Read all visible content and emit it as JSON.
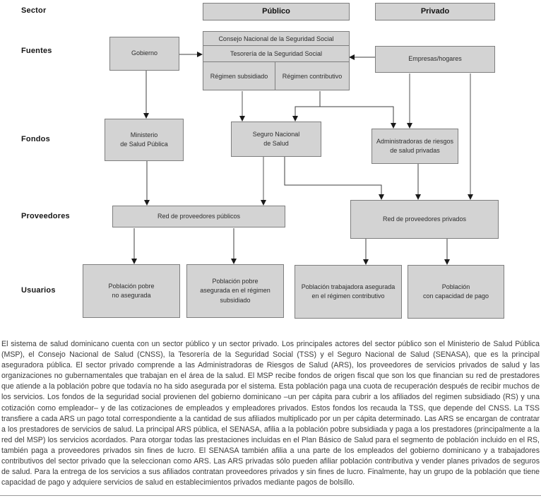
{
  "diagram": {
    "row_labels": {
      "sector": "Sector",
      "fuentes": "Fuentes",
      "fondos": "Fondos",
      "proveedores": "Proveedores",
      "usuarios": "Usuarios"
    },
    "sectors": {
      "publico": "Público",
      "privado": "Privado"
    },
    "nodes": {
      "gobierno": "Gobierno",
      "cnss": "Consejo Nacional de la Seguridad Social",
      "tss": "Tesorería de la Seguridad Social",
      "regimen_subsidiado": "Régimen subsidiado",
      "regimen_contributivo": "Régimen contributivo",
      "empresas_hogares": "Empresas/hogares",
      "ministerio": "Ministerio\nde Salud Pública",
      "seguro_nacional": "Seguro Nacional\nde Salud",
      "administradoras": "Administradoras de riesgos\nde salud privadas",
      "red_publicos": "Red de proveedores públicos",
      "red_privados": "Red de proveedores privados",
      "poblacion_no_asegurada": "Población pobre\nno asegurada",
      "poblacion_subsidiada": "Población pobre\nasegurada en el régimen subsidiado",
      "poblacion_contributiva": "Población trabajadora asegurada\nen el régimen contributivo",
      "poblacion_pago": "Población\ncon capacidad de pago"
    },
    "colors": {
      "box_fill": "#d3d3d3",
      "box_border": "#7e7e7e",
      "line_dark": "#3f3f3f",
      "line_gray": "#a9a9a9",
      "arrowhead": "#1a1a1a"
    }
  },
  "caption": {
    "text": "El sistema de salud dominicano cuenta con un sector público y un sector privado. Los principales actores del sector público son el Ministerio de Salud Pública (MSP), el Consejo Nacional de Salud (CNSS), la Tesorería de la Seguridad Social (TSS) y el Seguro Nacional de Salud (SENASA), que es la principal aseguradora pública. El sector privado comprende a las Administradoras de Riesgos de Salud (ARS), los proveedores de servicios privados de salud y las organizaciones no gubernamentales que trabajan en el área de la salud. El MSP recibe fondos de origen fiscal que son los que financian su red de prestadores que atiende a la población pobre que todavía no ha sido asegurada por el sistema. Esta población paga una cuota de recuperación después de recibir muchos de los servicios. Los fondos de la seguridad social provienen del gobierno dominicano –un per cápita para cubrir a los afiliados del regimen subsidiado (RS) y una cotización como empleador– y de las cotizaciones de empleados y empleadores privados. Estos fondos los recauda la TSS, que depende del CNSS. La TSS transfiere a cada ARS un pago total correspondiente a la cantidad de sus afiliados multiplicado por un per cápita determinado. Las ARS se encargan de contratar a los prestadores de servicios de salud. La principal ARS pública, el SENASA, afilia a la población pobre subsidiada y paga a los prestadores (principalmente a la red del MSP) los servicios acordados. Para otorgar todas las prestaciones incluidas en el Plan Básico de Salud para el segmento de población incluido en el RS, también paga a proveedores privados sin fines de lucro. El SENASA también afilia a una parte de los empleados del gobierno dominicano y a trabajadores contributivos del sector privado que la seleccionan como ARS. Las ARS privadas sólo pueden afiliar población contributiva y vender planes privados de seguros de salud. Para la entrega de los servicios a sus afiliados contratan proveedores privados y sin fines de lucro. Finalmente, hay un grupo de la población que tiene capacidad de pago y adquiere servicios de salud en establecimientos privados mediante pagos de bolsillo."
  }
}
